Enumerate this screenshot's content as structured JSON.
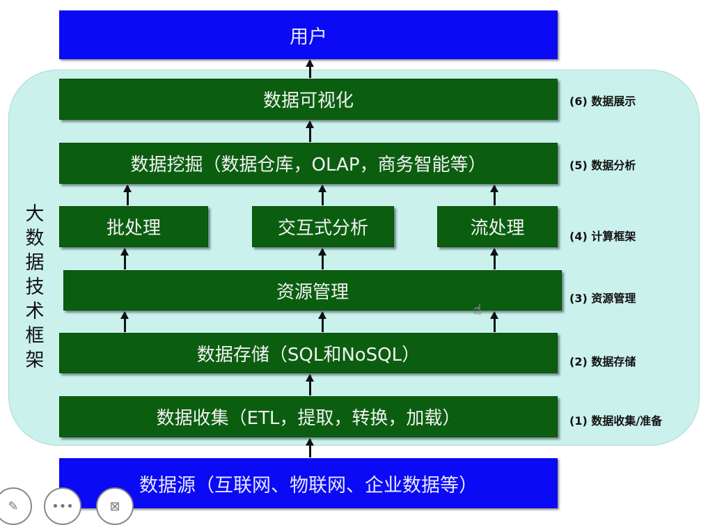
{
  "top": {
    "user": "用户"
  },
  "framework_title": "大数据技术框架",
  "layers": {
    "visualization": "数据可视化",
    "mining": "数据挖掘（数据仓库，OLAP，商务智能等）",
    "batch": "批处理",
    "interactive": "交互式分析",
    "stream": "流处理",
    "resource": "资源管理",
    "storage": "数据存储（SQL和NoSQL）",
    "collection": "数据收集（ETL，提取，转换，加载）"
  },
  "source": "数据源（互联网、物联网、企业数据等）",
  "labels": {
    "l6": "(6)  数据展示",
    "l5": "(5)  数据分析",
    "l4": "(4)  计算框架",
    "l3": "(3)  资源管理",
    "l2": "(2)  数据存储",
    "l1": "(1)  数据收集/准备"
  },
  "colors": {
    "blue": "#0a0af5",
    "green": "#0b5e10",
    "panel": "#cbf1ec"
  }
}
